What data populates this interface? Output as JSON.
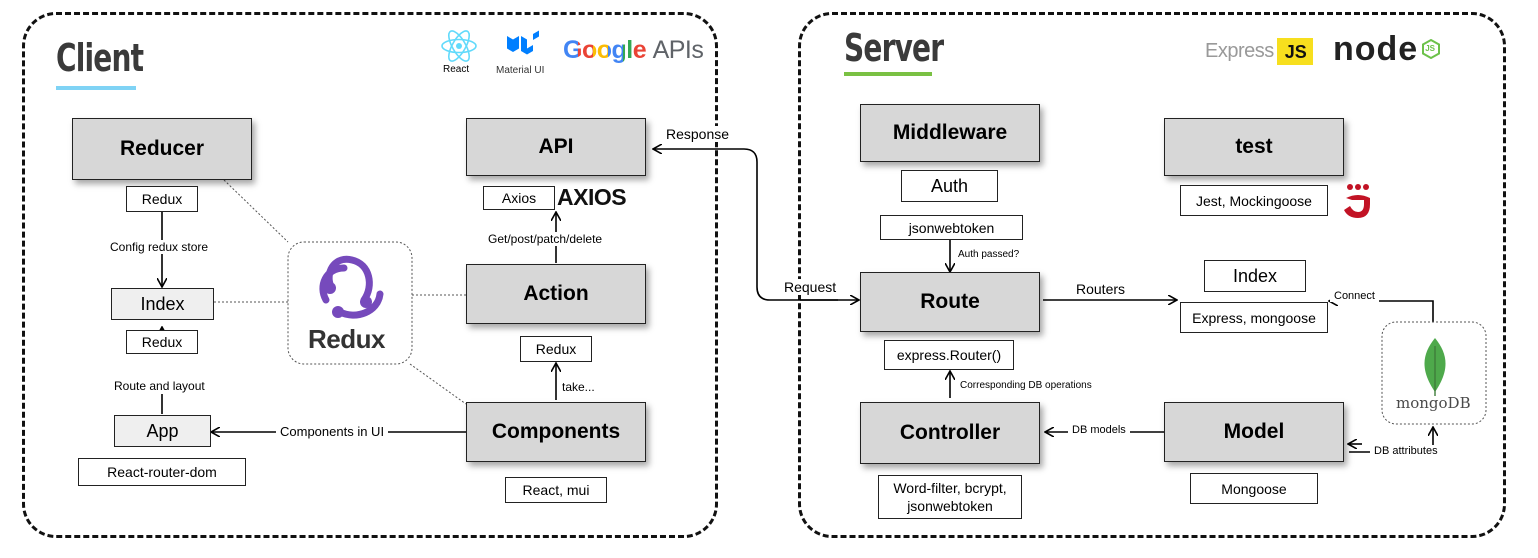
{
  "client": {
    "title": "Client",
    "accent": "#7fd3f5",
    "logos": {
      "react_caption": "React",
      "mui_caption": "Material UI",
      "google_word": "Google",
      "google_suffix": "APIs"
    },
    "reducer": {
      "title": "Reducer",
      "lib": "Redux"
    },
    "index": {
      "title": "Index",
      "lib": "Redux"
    },
    "app": {
      "title": "App",
      "lib": "React-router-dom"
    },
    "api": {
      "title": "API",
      "lib": "Axios",
      "axios_logo": "AXIOS"
    },
    "action": {
      "title": "Action",
      "lib": "Redux"
    },
    "components": {
      "title": "Components",
      "lib": "React, mui"
    },
    "redux_center": {
      "label": "Redux",
      "color": "#764abc"
    },
    "edges": {
      "config_store": "Config redux store",
      "route_layout": "Route and layout",
      "components_ui": "Components in UI",
      "http_methods": "Get/post/patch/delete",
      "take": "take..."
    }
  },
  "server": {
    "title": "Server",
    "accent": "#7ac143",
    "logos": {
      "express_word": "Express",
      "js_badge": "JS",
      "node_word": "node",
      "node_js": "JS"
    },
    "middleware": {
      "title": "Middleware",
      "sub": "Auth",
      "lib": "jsonwebtoken"
    },
    "route": {
      "title": "Route",
      "lib": "express.Router()"
    },
    "controller": {
      "title": "Controller",
      "lib": "Word-filter, bcrypt, jsonwebtoken"
    },
    "test": {
      "title": "test",
      "lib": "Jest, Mockingoose"
    },
    "index": {
      "title": "Index",
      "lib": "Express, mongoose"
    },
    "model": {
      "title": "Model",
      "lib": "Mongoose"
    },
    "mongodb": {
      "label": "mongoDB",
      "leaf_color": "#4ea94b"
    },
    "edges": {
      "auth_passed": "Auth passed?",
      "routers": "Routers",
      "db_ops": "Corresponding DB operations",
      "db_models": "DB models",
      "connect": "Connect",
      "db_attributes": "DB attributes"
    }
  },
  "cross": {
    "response": "Response",
    "request": "Request"
  }
}
